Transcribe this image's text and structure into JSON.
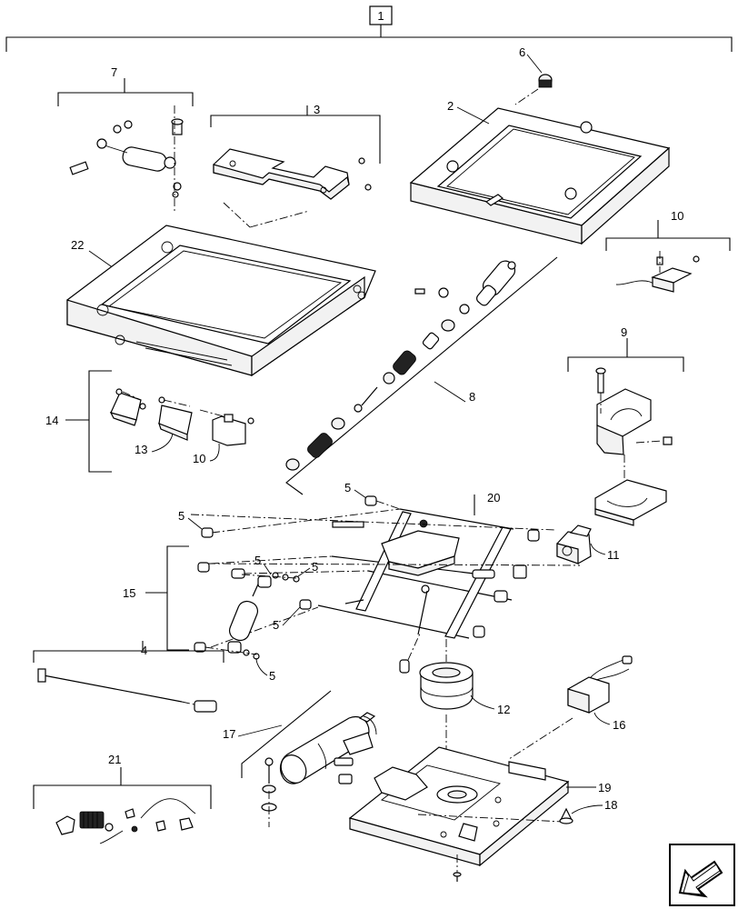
{
  "diagram": {
    "assembly_callout": "1",
    "callouts": {
      "c2": "2",
      "c3": "3",
      "c4": "4",
      "c5a": "5",
      "c5b": "5",
      "c5c": "5",
      "c5d": "5",
      "c5e": "5",
      "c5f": "5",
      "c6": "6",
      "c7": "7",
      "c8": "8",
      "c9": "9",
      "c10a": "10",
      "c10b": "10",
      "c11": "11",
      "c12": "12",
      "c13": "13",
      "c14": "14",
      "c15": "15",
      "c16": "16",
      "c17": "17",
      "c18": "18",
      "c19": "19",
      "c20": "20",
      "c21": "21",
      "c22": "22"
    },
    "nav_icon": "arrow-left-down-icon"
  }
}
